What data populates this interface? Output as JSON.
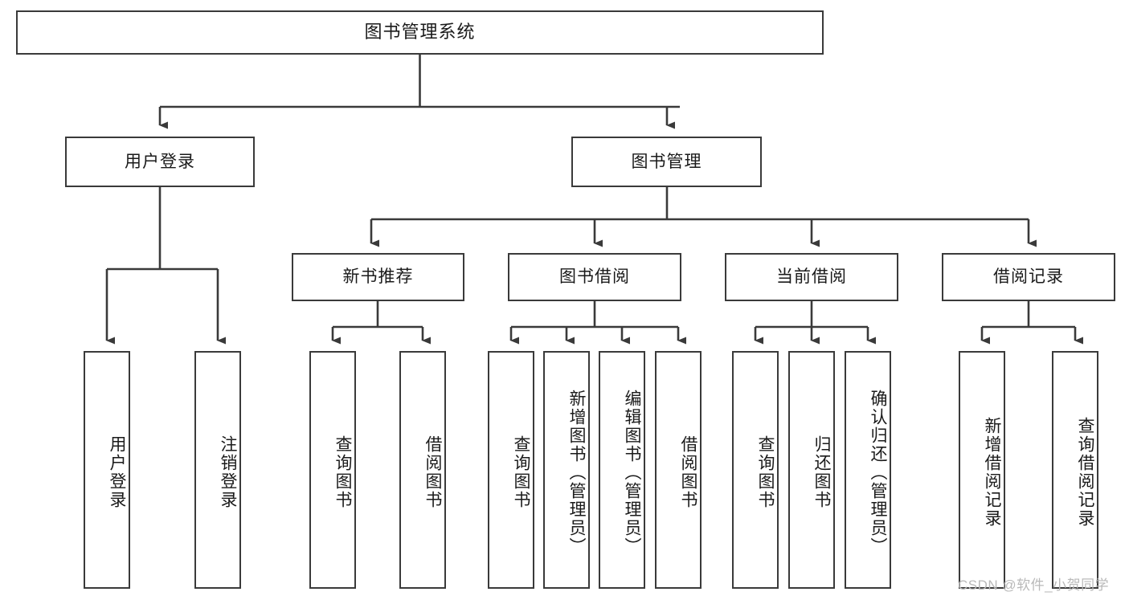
{
  "diagram": {
    "title": "图书管理系统",
    "type": "功能结构图",
    "root": {
      "id": "root",
      "label": "图书管理系统"
    },
    "level2": [
      {
        "id": "user-login",
        "label": "用户登录"
      },
      {
        "id": "book-manage",
        "label": "图书管理"
      }
    ],
    "level3": [
      {
        "id": "new-book-recommend",
        "label": "新书推荐"
      },
      {
        "id": "book-borrow",
        "label": "图书借阅"
      },
      {
        "id": "current-borrow",
        "label": "当前借阅"
      },
      {
        "id": "borrow-record",
        "label": "借阅记录"
      }
    ],
    "leaves": [
      {
        "id": "leaf-user-login",
        "label": "用户登录",
        "parent": "user-login"
      },
      {
        "id": "leaf-logout",
        "label": "注销登录",
        "parent": "user-login"
      },
      {
        "id": "leaf-query-book-1",
        "label": "查询图书",
        "parent": "new-book-recommend"
      },
      {
        "id": "leaf-borrow-book-1",
        "label": "借阅图书",
        "parent": "new-book-recommend"
      },
      {
        "id": "leaf-query-book-2",
        "label": "查询图书",
        "parent": "book-borrow"
      },
      {
        "id": "leaf-add-book",
        "label": "新增图书（管理员）",
        "parent": "book-borrow"
      },
      {
        "id": "leaf-edit-book",
        "label": "编辑图书（管理员）",
        "parent": "book-borrow"
      },
      {
        "id": "leaf-borrow-book-2",
        "label": "借阅图书",
        "parent": "book-borrow"
      },
      {
        "id": "leaf-query-book-3",
        "label": "查询图书",
        "parent": "current-borrow"
      },
      {
        "id": "leaf-return-book",
        "label": "归还图书",
        "parent": "current-borrow"
      },
      {
        "id": "leaf-confirm-return",
        "label": "确认归还（管理员）",
        "parent": "current-borrow"
      },
      {
        "id": "leaf-add-record",
        "label": "新增借阅记录",
        "parent": "borrow-record"
      },
      {
        "id": "leaf-query-record",
        "label": "查询借阅记录",
        "parent": "borrow-record"
      }
    ],
    "colors": {
      "border": "#3a3a3a",
      "text": "#1a1a1a",
      "background": "#ffffff",
      "connector": "#3a3a3a",
      "watermark": "#b9b9b9"
    }
  },
  "watermark": {
    "text": "CSDN @软件_小贺同学"
  }
}
